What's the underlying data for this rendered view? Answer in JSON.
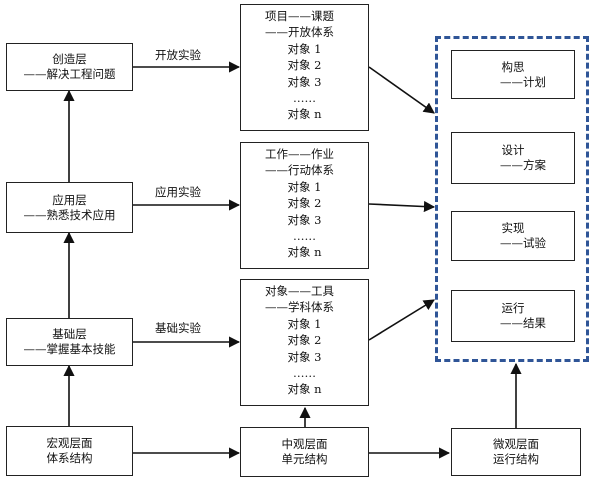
{
  "layers": {
    "creation": {
      "title": "创造层",
      "subtitle": "——解决工程问题"
    },
    "application": {
      "title": "应用层",
      "subtitle": "——熟悉技术应用"
    },
    "foundation": {
      "title": "基础层",
      "subtitle": "——掌握基本技能"
    },
    "macro": {
      "title": "宏观层面",
      "subtitle": "体系结构"
    }
  },
  "experiments": {
    "open": "开放实验",
    "applied": "应用实验",
    "basic": "基础实验"
  },
  "middle": {
    "top": {
      "line1": "项目——课题",
      "line2": "——开放体系",
      "items": [
        "对象 1",
        "对象 2",
        "对象 3",
        "……",
        "对象 n"
      ]
    },
    "mid": {
      "line1": "工作——作业",
      "line2": "——行动体系",
      "items": [
        "对象 1",
        "对象 2",
        "对象 3",
        "……",
        "对象 n"
      ]
    },
    "bot": {
      "line1": "对象——工具",
      "line2": "——学科体系",
      "items": [
        "对象 1",
        "对象 2",
        "对象 3",
        "……",
        "对象 n"
      ]
    },
    "meso": {
      "title": "中观层面",
      "subtitle": "单元结构"
    }
  },
  "stages": {
    "conceive": {
      "title": "构思",
      "subtitle": "——计划"
    },
    "design": {
      "title": "设计",
      "subtitle": "——方案"
    },
    "implement": {
      "title": "实现",
      "subtitle": "——试验"
    },
    "operate": {
      "title": "运行",
      "subtitle": "——结果"
    },
    "micro": {
      "title": "微观层面",
      "subtitle": "运行结构"
    }
  },
  "colors": {
    "line": "#111111",
    "dash_frame": "#2f5597"
  }
}
